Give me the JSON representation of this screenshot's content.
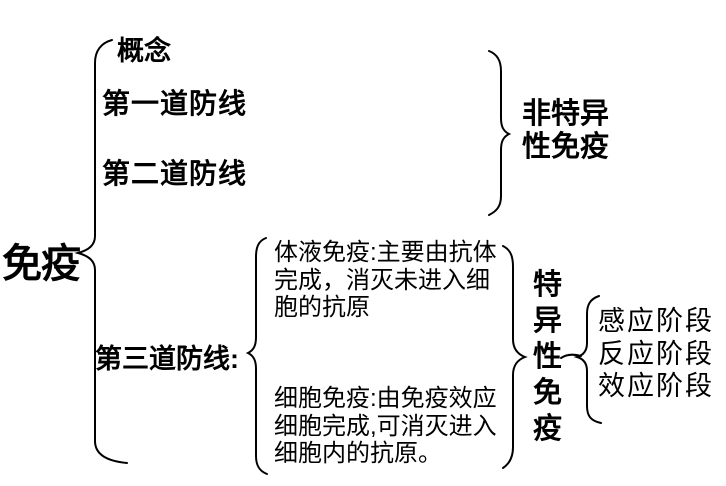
{
  "diagram": {
    "title_semantic": "immunity concept bracket diagram",
    "root_label": "免疫",
    "branches": {
      "concept": "概念",
      "defense_line_1": "第一道防线",
      "defense_line_2": "第二道防线",
      "defense_line_3": "第三道防线:",
      "nonspecific_immunity": "非特异性免疫",
      "humoral_immunity": "体液免疫:主要由抗体完成，消灭未进入细胞的抗原",
      "cellular_immunity": "细胞免疫:由免疫效应细胞完成,可消灭进入细胞内的抗原。",
      "specific_immunity": "特异性免疫",
      "stages": [
        "感应阶段",
        "反应阶段",
        "效应阶段"
      ]
    },
    "colors": {
      "ink": "#000000",
      "background": "#ffffff"
    }
  }
}
